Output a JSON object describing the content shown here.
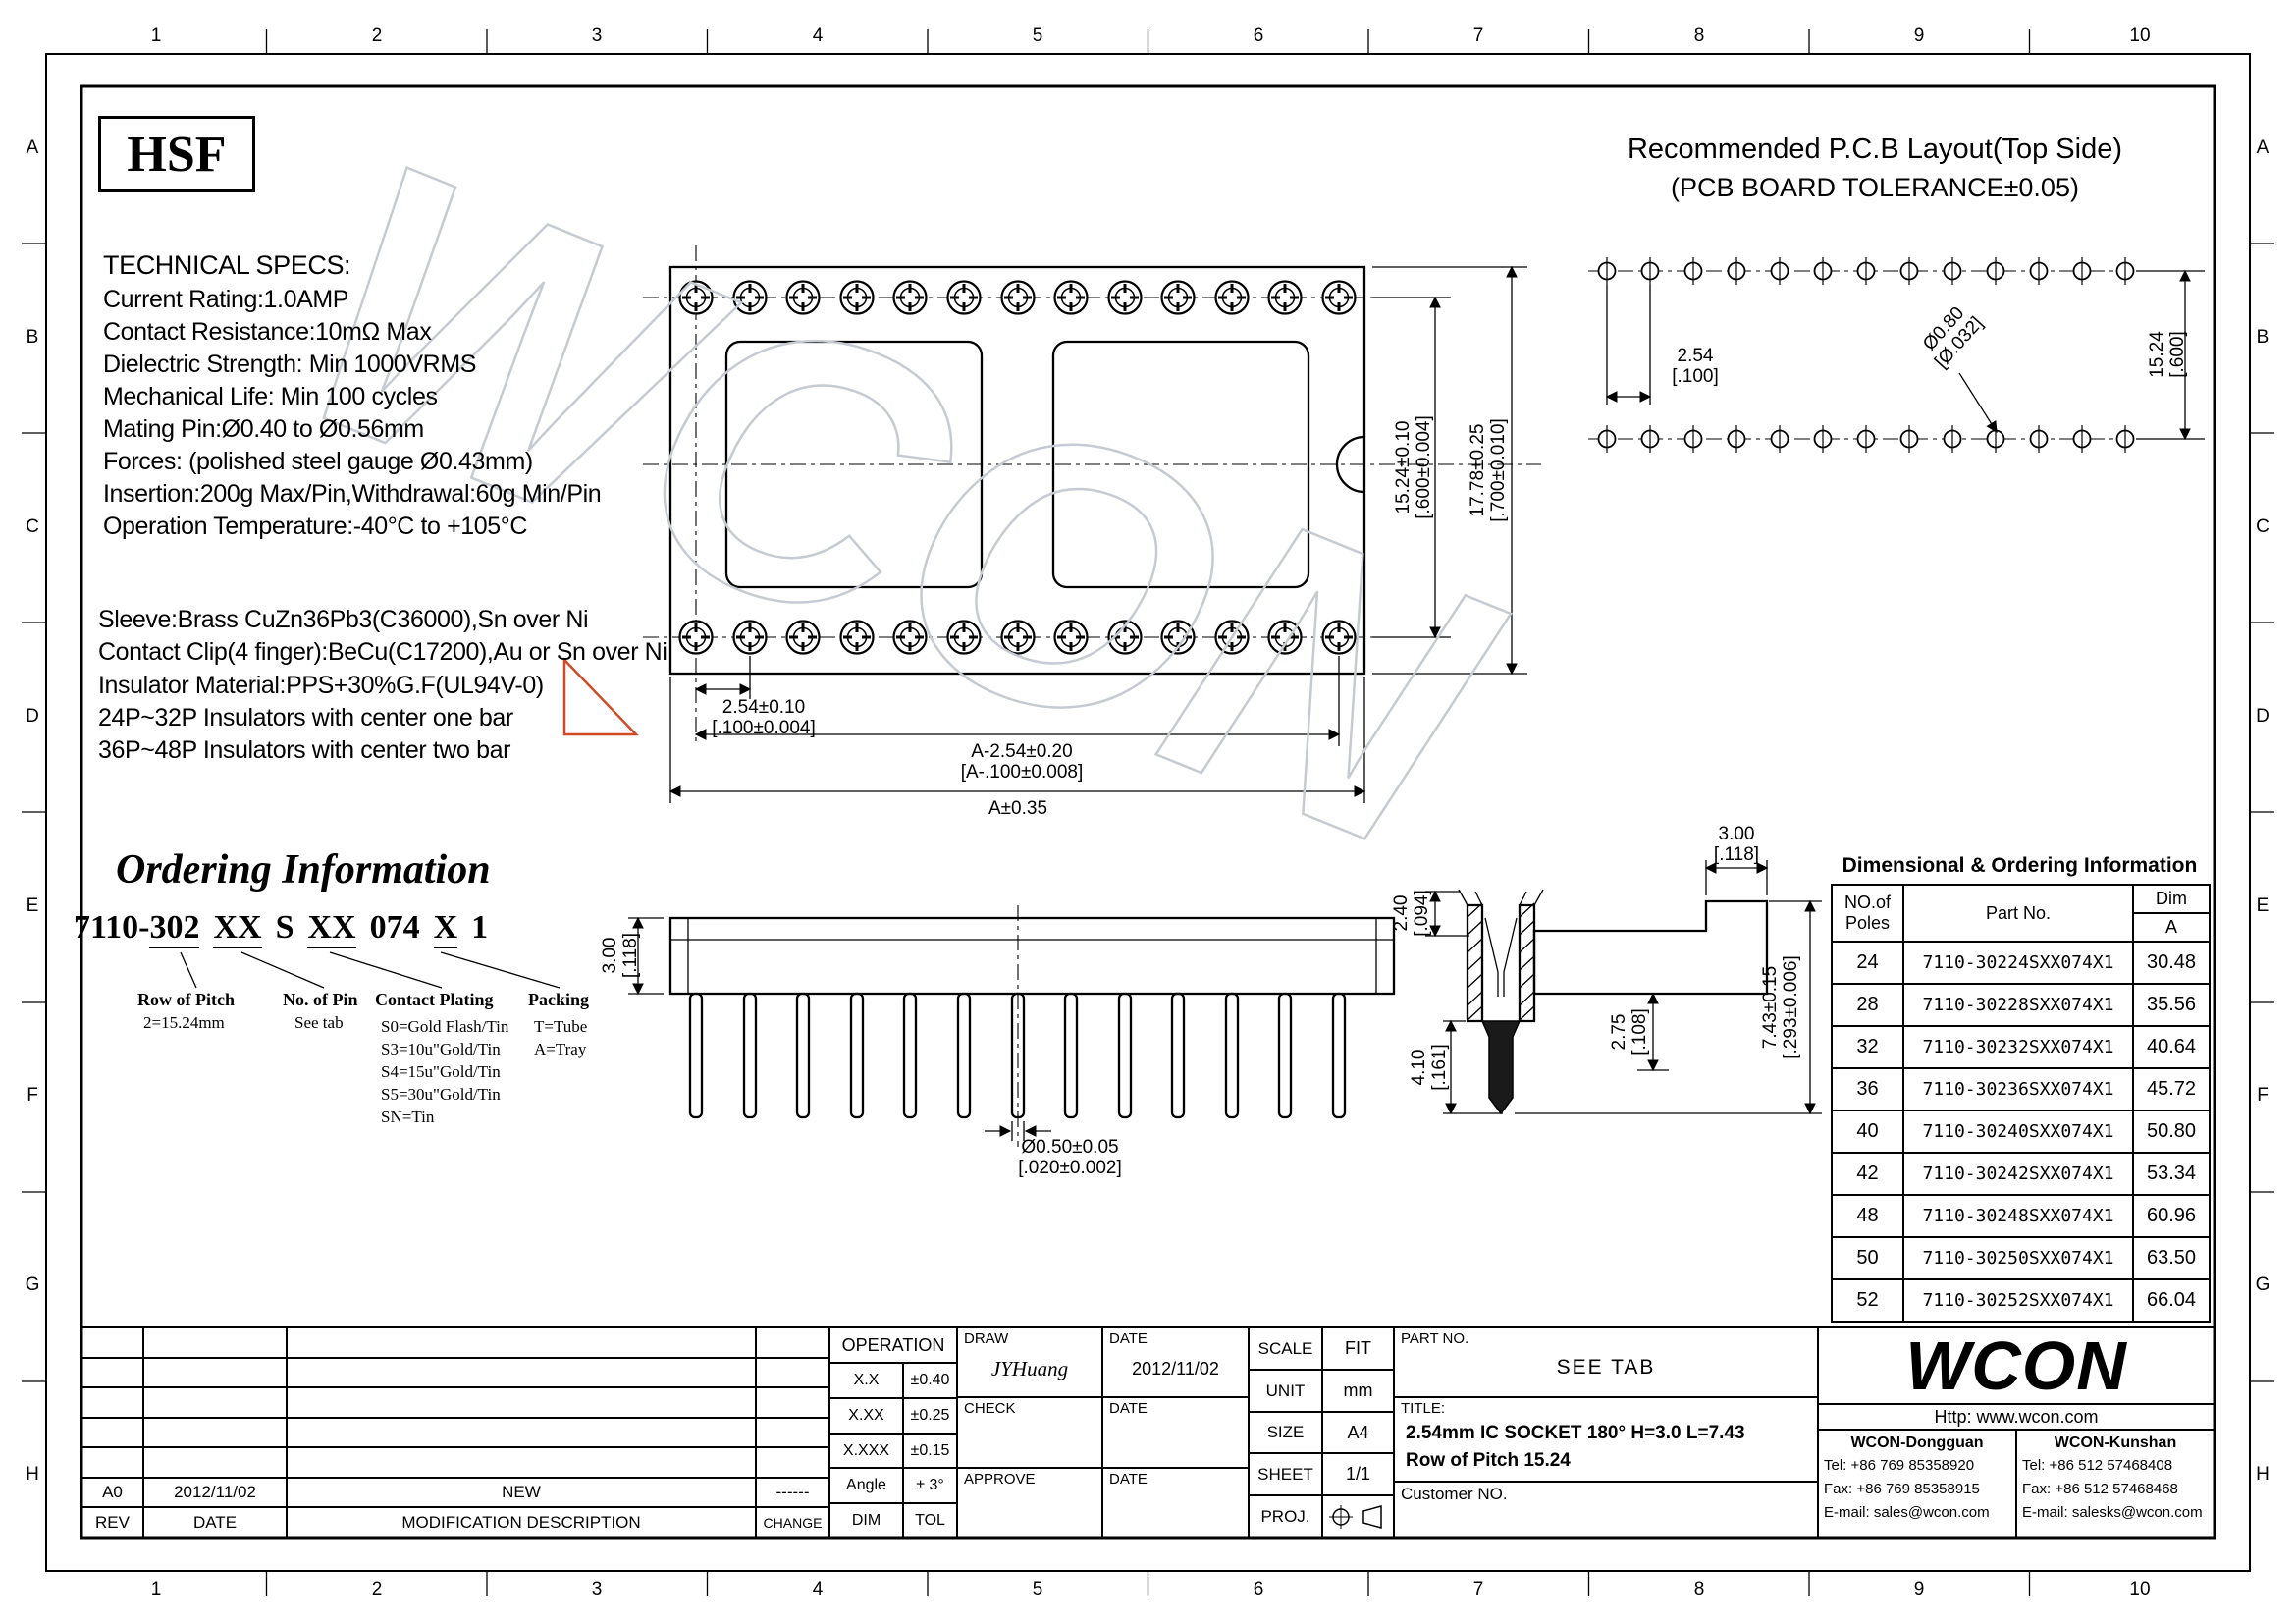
{
  "logo": "HSF",
  "watermark": "WCON",
  "border": {
    "cols": [
      "1",
      "2",
      "3",
      "4",
      "5",
      "6",
      "7",
      "8",
      "9",
      "10"
    ],
    "rows": [
      "A",
      "B",
      "C",
      "D",
      "E",
      "F",
      "G",
      "H"
    ]
  },
  "pcb": {
    "title1": "Recommended P.C.B Layout(Top Side)",
    "title2": "(PCB BOARD TOLERANCE±0.05)",
    "dim_254_mm": "2.54",
    "dim_254_in": "[.100]",
    "dim_080_mm": "Ø0.80",
    "dim_080_in": "[Ø.032]",
    "dim_1524_mm": "15.24",
    "dim_1524_in": "[.600]"
  },
  "specs": {
    "title": "TECHNICAL SPECS:",
    "lines": [
      "Current Rating:1.0AMP",
      "Contact Resistance:10mΩ Max",
      "Dielectric Strength: Min 1000VRMS",
      "Mechanical Life: Min 100 cycles",
      "Mating Pin:Ø0.40 to Ø0.56mm",
      "Forces: (polished steel gauge Ø0.43mm)",
      "Insertion:200g Max/Pin,Withdrawal:60g Min/Pin",
      "Operation Temperature:-40°C to +105°C"
    ]
  },
  "materials": {
    "lines": [
      "Sleeve:Brass CuZn36Pb3(C36000),Sn over Ni",
      "Contact Clip(4 finger):BeCu(C17200),Au or Sn over Ni",
      "Insulator Material:PPS+30%G.F(UL94V-0)",
      "24P~32P Insulators with center one bar",
      "36P~48P Insulators with center two bar"
    ]
  },
  "topview": {
    "dim_1524_mm": "15.24±0.10",
    "dim_1524_in": "[.600±0.004]",
    "dim_1778_mm": "17.78±0.25",
    "dim_1778_in": "[.700±0.010]",
    "dim_254_mm": "2.54±0.10",
    "dim_254_in": "[.100±0.004]",
    "dim_a254_mm": "A-2.54±0.20",
    "dim_a254_in": "[A-.100±0.008]",
    "dim_a": "A±0.35"
  },
  "sideview": {
    "dim_300_mm": "3.00",
    "dim_300_in": "[.118]",
    "dim_050_mm": "Ø0.50±0.05",
    "dim_050_in": "[.020±0.002]"
  },
  "detail": {
    "dim_240_mm": "2.40",
    "dim_240_in": "[.094]",
    "dim_300_mm": "3.00",
    "dim_300_in": "[.118]",
    "dim_410_mm": "4.10",
    "dim_410_in": "[.161]",
    "dim_275_mm": "2.75",
    "dim_275_in": "[.108]",
    "dim_743_mm": "7.43±0.15",
    "dim_743_in": "[.293±0.006]"
  },
  "ordering": {
    "title": "Ordering Information",
    "pn_segments": [
      "7110-",
      "302",
      "XX",
      "S",
      "XX",
      "074",
      "X",
      "1"
    ],
    "ann1_title": "Row of Pitch",
    "ann1_val": "2=15.24mm",
    "ann2_title": "No. of Pin",
    "ann2_val": "See tab",
    "ann3_title": "Contact Plating",
    "ann3_items": [
      "S0=Gold Flash/Tin",
      "S3=10u\"Gold/Tin",
      "S4=15u\"Gold/Tin",
      "S5=30u\"Gold/Tin",
      "SN=Tin"
    ],
    "ann4_title": "Packing",
    "ann4_items": [
      "T=Tube",
      "A=Tray"
    ]
  },
  "dim_table": {
    "title": "Dimensional & Ordering Information",
    "col1a": "NO.of",
    "col1b": "Poles",
    "col2": "Part No.",
    "col3a": "Dim",
    "col3b": "A",
    "rows": [
      {
        "poles": "24",
        "part": "7110-30224SXX074X1",
        "a": "30.48"
      },
      {
        "poles": "28",
        "part": "7110-30228SXX074X1",
        "a": "35.56"
      },
      {
        "poles": "32",
        "part": "7110-30232SXX074X1",
        "a": "40.64"
      },
      {
        "poles": "36",
        "part": "7110-30236SXX074X1",
        "a": "45.72"
      },
      {
        "poles": "40",
        "part": "7110-30240SXX074X1",
        "a": "50.80"
      },
      {
        "poles": "42",
        "part": "7110-30242SXX074X1",
        "a": "53.34"
      },
      {
        "poles": "48",
        "part": "7110-30248SXX074X1",
        "a": "60.96"
      },
      {
        "poles": "50",
        "part": "7110-30250SXX074X1",
        "a": "63.50"
      },
      {
        "poles": "52",
        "part": "7110-30252SXX074X1",
        "a": "66.04"
      }
    ]
  },
  "tb": {
    "op_header": "OPERATION",
    "op_r1l": "X.X",
    "op_r1v": "±0.40",
    "op_r2l": "X.XX",
    "op_r2v": "±0.25",
    "op_r3l": "X.XXX",
    "op_r3v": "±0.15",
    "op_r4l": "Angle",
    "op_r4v": "± 3°",
    "op_dim": "DIM",
    "op_tol": "TOL",
    "draw_label": "DRAW",
    "draw_name": "JYHuang",
    "date_label": "DATE",
    "draw_date": "2012/11/02",
    "check_label": "CHECK",
    "approve_label": "APPROVE",
    "scale_label": "SCALE",
    "scale_val": "FIT",
    "unit_label": "UNIT",
    "unit_val": "mm",
    "size_label": "SIZE",
    "size_val": "A4",
    "sheet_label": "SHEET",
    "sheet_val": "1/1",
    "proj_label": "PROJ.",
    "partno_label": "PART NO.",
    "partno_val": "SEE TAB",
    "title_label": "TITLE:",
    "title_line1": "2.54mm IC SOCKET 180° H=3.0 L=7.43",
    "title_line2": "Row of Pitch 15.24",
    "customer_label": "Customer NO.",
    "logo": "WCON",
    "web": "Http: www.wcon.com",
    "dg_name": "WCON-Dongguan",
    "dg_tel": "Tel: +86 769 85358920",
    "dg_fax": "Fax: +86 769 85358915",
    "dg_mail": "E-mail: sales@wcon.com",
    "ks_name": "WCON-Kunshan",
    "ks_tel": "Tel: +86 512 57468408",
    "ks_fax": "Fax: +86 512 57468468",
    "ks_mail": "E-mail: salesks@wcon.com"
  },
  "revision": {
    "rev": "A0",
    "date": "2012/11/02",
    "desc": "NEW",
    "change": "------",
    "h_rev": "REV",
    "h_date": "DATE",
    "h_desc": "MODIFICATION DESCRIPTION",
    "h_change": "CHANGE"
  }
}
